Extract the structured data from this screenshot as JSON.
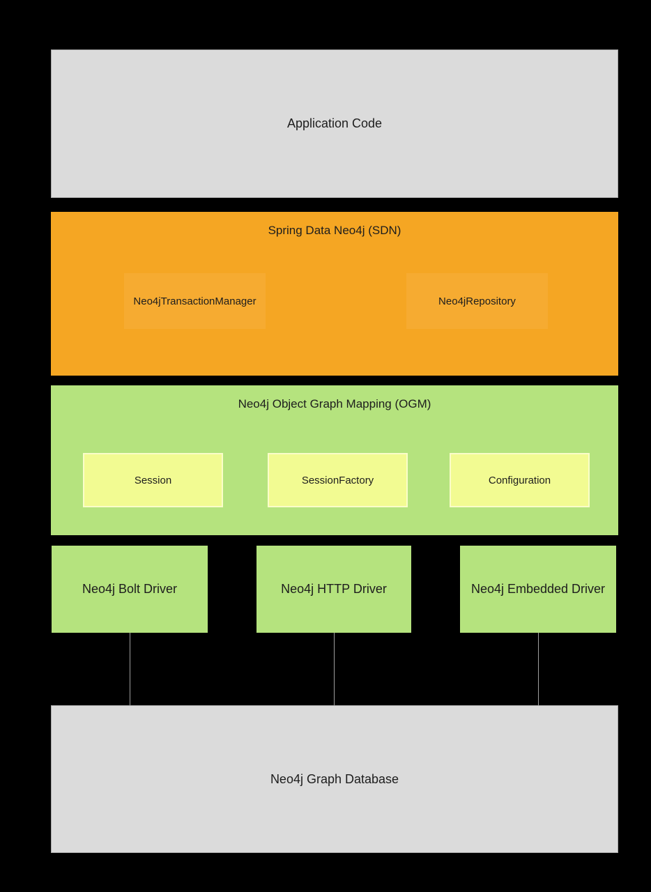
{
  "colors": {
    "bg": "#000000",
    "gray_fill": "#dbdbdb",
    "gray_border": "#a8a8a8",
    "orange": "#f5a623",
    "orange_inner": "#f6ab31",
    "green": "#b5e37e",
    "yellow_fill": "#f2fb92",
    "yellow_border": "#fafdc9",
    "line": "#9e9e9e",
    "text": "#1d1d1d"
  },
  "diagram": {
    "application": {
      "label": "Application Code"
    },
    "sdn": {
      "title": "Spring Data Neo4j (SDN)",
      "children": [
        {
          "label": "Neo4jTransactionManager"
        },
        {
          "label": "Neo4jRepository"
        }
      ]
    },
    "ogm": {
      "title": "Neo4j Object Graph Mapping (OGM)",
      "children": [
        {
          "label": "Session"
        },
        {
          "label": "SessionFactory"
        },
        {
          "label": "Configuration"
        }
      ]
    },
    "drivers": [
      {
        "label": "Neo4j Bolt Driver"
      },
      {
        "label": "Neo4j HTTP Driver"
      },
      {
        "label": "Neo4j Embedded Driver"
      }
    ],
    "database": {
      "label": "Neo4j Graph Database"
    }
  }
}
